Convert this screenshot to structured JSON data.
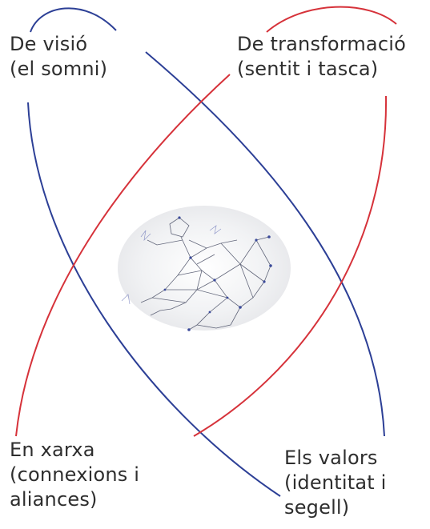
{
  "labels": {
    "vision": {
      "line1": "De visió",
      "line2": "(el somni)"
    },
    "transformation": {
      "line1": "De transformació",
      "line2": "(sentit i tasca)"
    },
    "network": {
      "line1": "En xarxa",
      "line2": "(connexions i",
      "line3": "aliances)"
    },
    "values": {
      "line1": "Els valors",
      "line2": "(identitat i",
      "line3": "segell)"
    }
  },
  "colors": {
    "blue_ellipse": "#2c3f96",
    "red_ellipse": "#d6323a",
    "text": "#2e2e2e"
  },
  "center_image": {
    "icon": "network-runner-illustration"
  }
}
